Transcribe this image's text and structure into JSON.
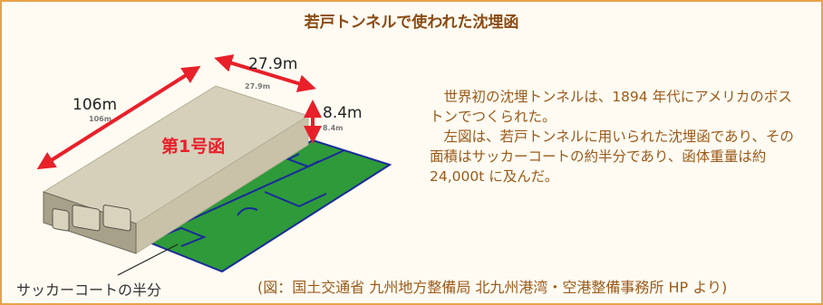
{
  "title": "若戸トンネルで使われた沈埋函",
  "diagram": {
    "length_label": "106m",
    "length_small": "106m",
    "width_label": "27.9m",
    "width_small": "27.9m",
    "height_label": "8.4m",
    "height_small": "8.4m",
    "box_label": "第1号函",
    "soccer_label": "サッカーコートの半分",
    "colors": {
      "arrow": "#e8202a",
      "field": "#2e9a3a",
      "field_lines": "#1a2a9a",
      "box_top": "#d6d0bb",
      "box_side": "#c9c2a8",
      "frame": "#e8a24a"
    }
  },
  "description": {
    "paragraphs": [
      "世界初の沈埋トンネルは、1894 年代にアメリカのボストンでつくられた。",
      "左図は、若戸トンネルに用いられた沈埋函であり、その面積はサッカーコートの約半分であり、函体重量は約 24,000t に及んだ。"
    ]
  },
  "source": "(図：国土交通省 九州地方整備局 北九州港湾・空港整備事務所 HP より)"
}
